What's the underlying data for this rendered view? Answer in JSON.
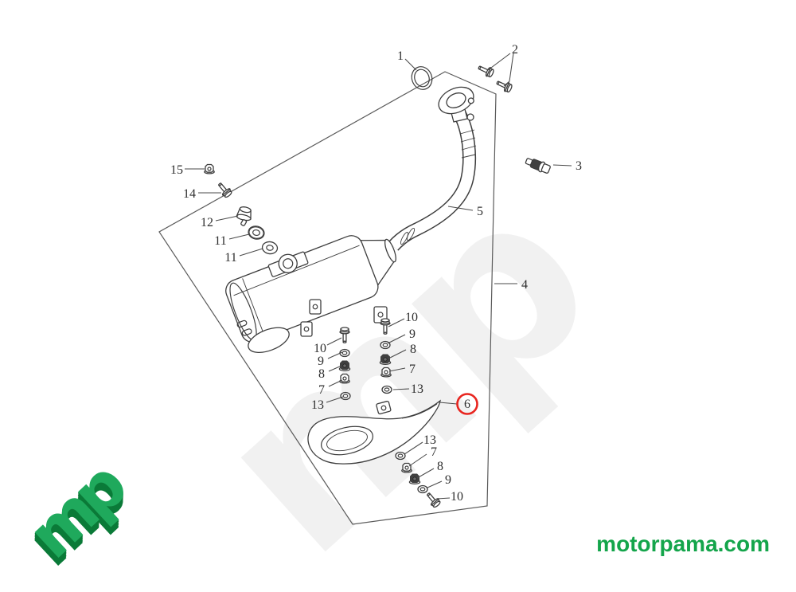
{
  "branding": {
    "logo_text": "mp",
    "website": "motorpama.com"
  },
  "colors": {
    "brand_green": "#14a54b",
    "logo_green": "#1fa95c",
    "logo_shadow_green": "#0b7a38",
    "highlight_red": "#e8251f",
    "line_gray": "#3d3d3d",
    "watermark_gray": "#f1f1f1"
  },
  "diagram": {
    "highlighted_part": "6",
    "callouts": [
      {
        "part": "1"
      },
      {
        "part": "2"
      },
      {
        "part": "3"
      },
      {
        "part": "5"
      },
      {
        "part": "4"
      },
      {
        "part": "15"
      },
      {
        "part": "14"
      },
      {
        "part": "12"
      },
      {
        "part": "11"
      },
      {
        "part": "11"
      },
      {
        "part": "10"
      },
      {
        "part": "9"
      },
      {
        "part": "8"
      },
      {
        "part": "7"
      },
      {
        "part": "13"
      },
      {
        "part": "10"
      },
      {
        "part": "9"
      },
      {
        "part": "8"
      },
      {
        "part": "7"
      },
      {
        "part": "13"
      },
      {
        "part": "6"
      },
      {
        "part": "13"
      },
      {
        "part": "7"
      },
      {
        "part": "8"
      },
      {
        "part": "9"
      },
      {
        "part": "10"
      }
    ]
  }
}
